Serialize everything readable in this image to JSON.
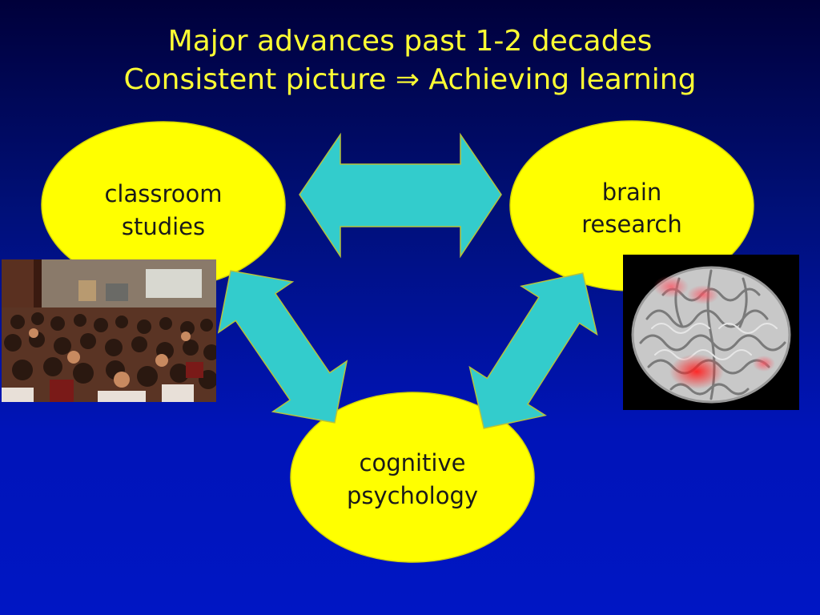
{
  "title": {
    "line1": "Major advances past 1-2 decades",
    "line2": "Consistent picture ⇒ Achieving learning"
  },
  "nodes": {
    "classroom": {
      "line1": "classroom",
      "line2": "studies"
    },
    "brain": {
      "line1": "brain",
      "line2": "research"
    },
    "cognitive": {
      "line1": "cognitive",
      "line2": "psychology"
    }
  },
  "colors": {
    "ellipse_fill": "#ffff00",
    "arrow_fill": "#33cccc",
    "arrow_stroke": "#b7c23a",
    "title_text": "#ffff33"
  },
  "images": {
    "classroom_photo": "lecture-hall-audience",
    "brain_photo": "brain-scan-activation"
  }
}
